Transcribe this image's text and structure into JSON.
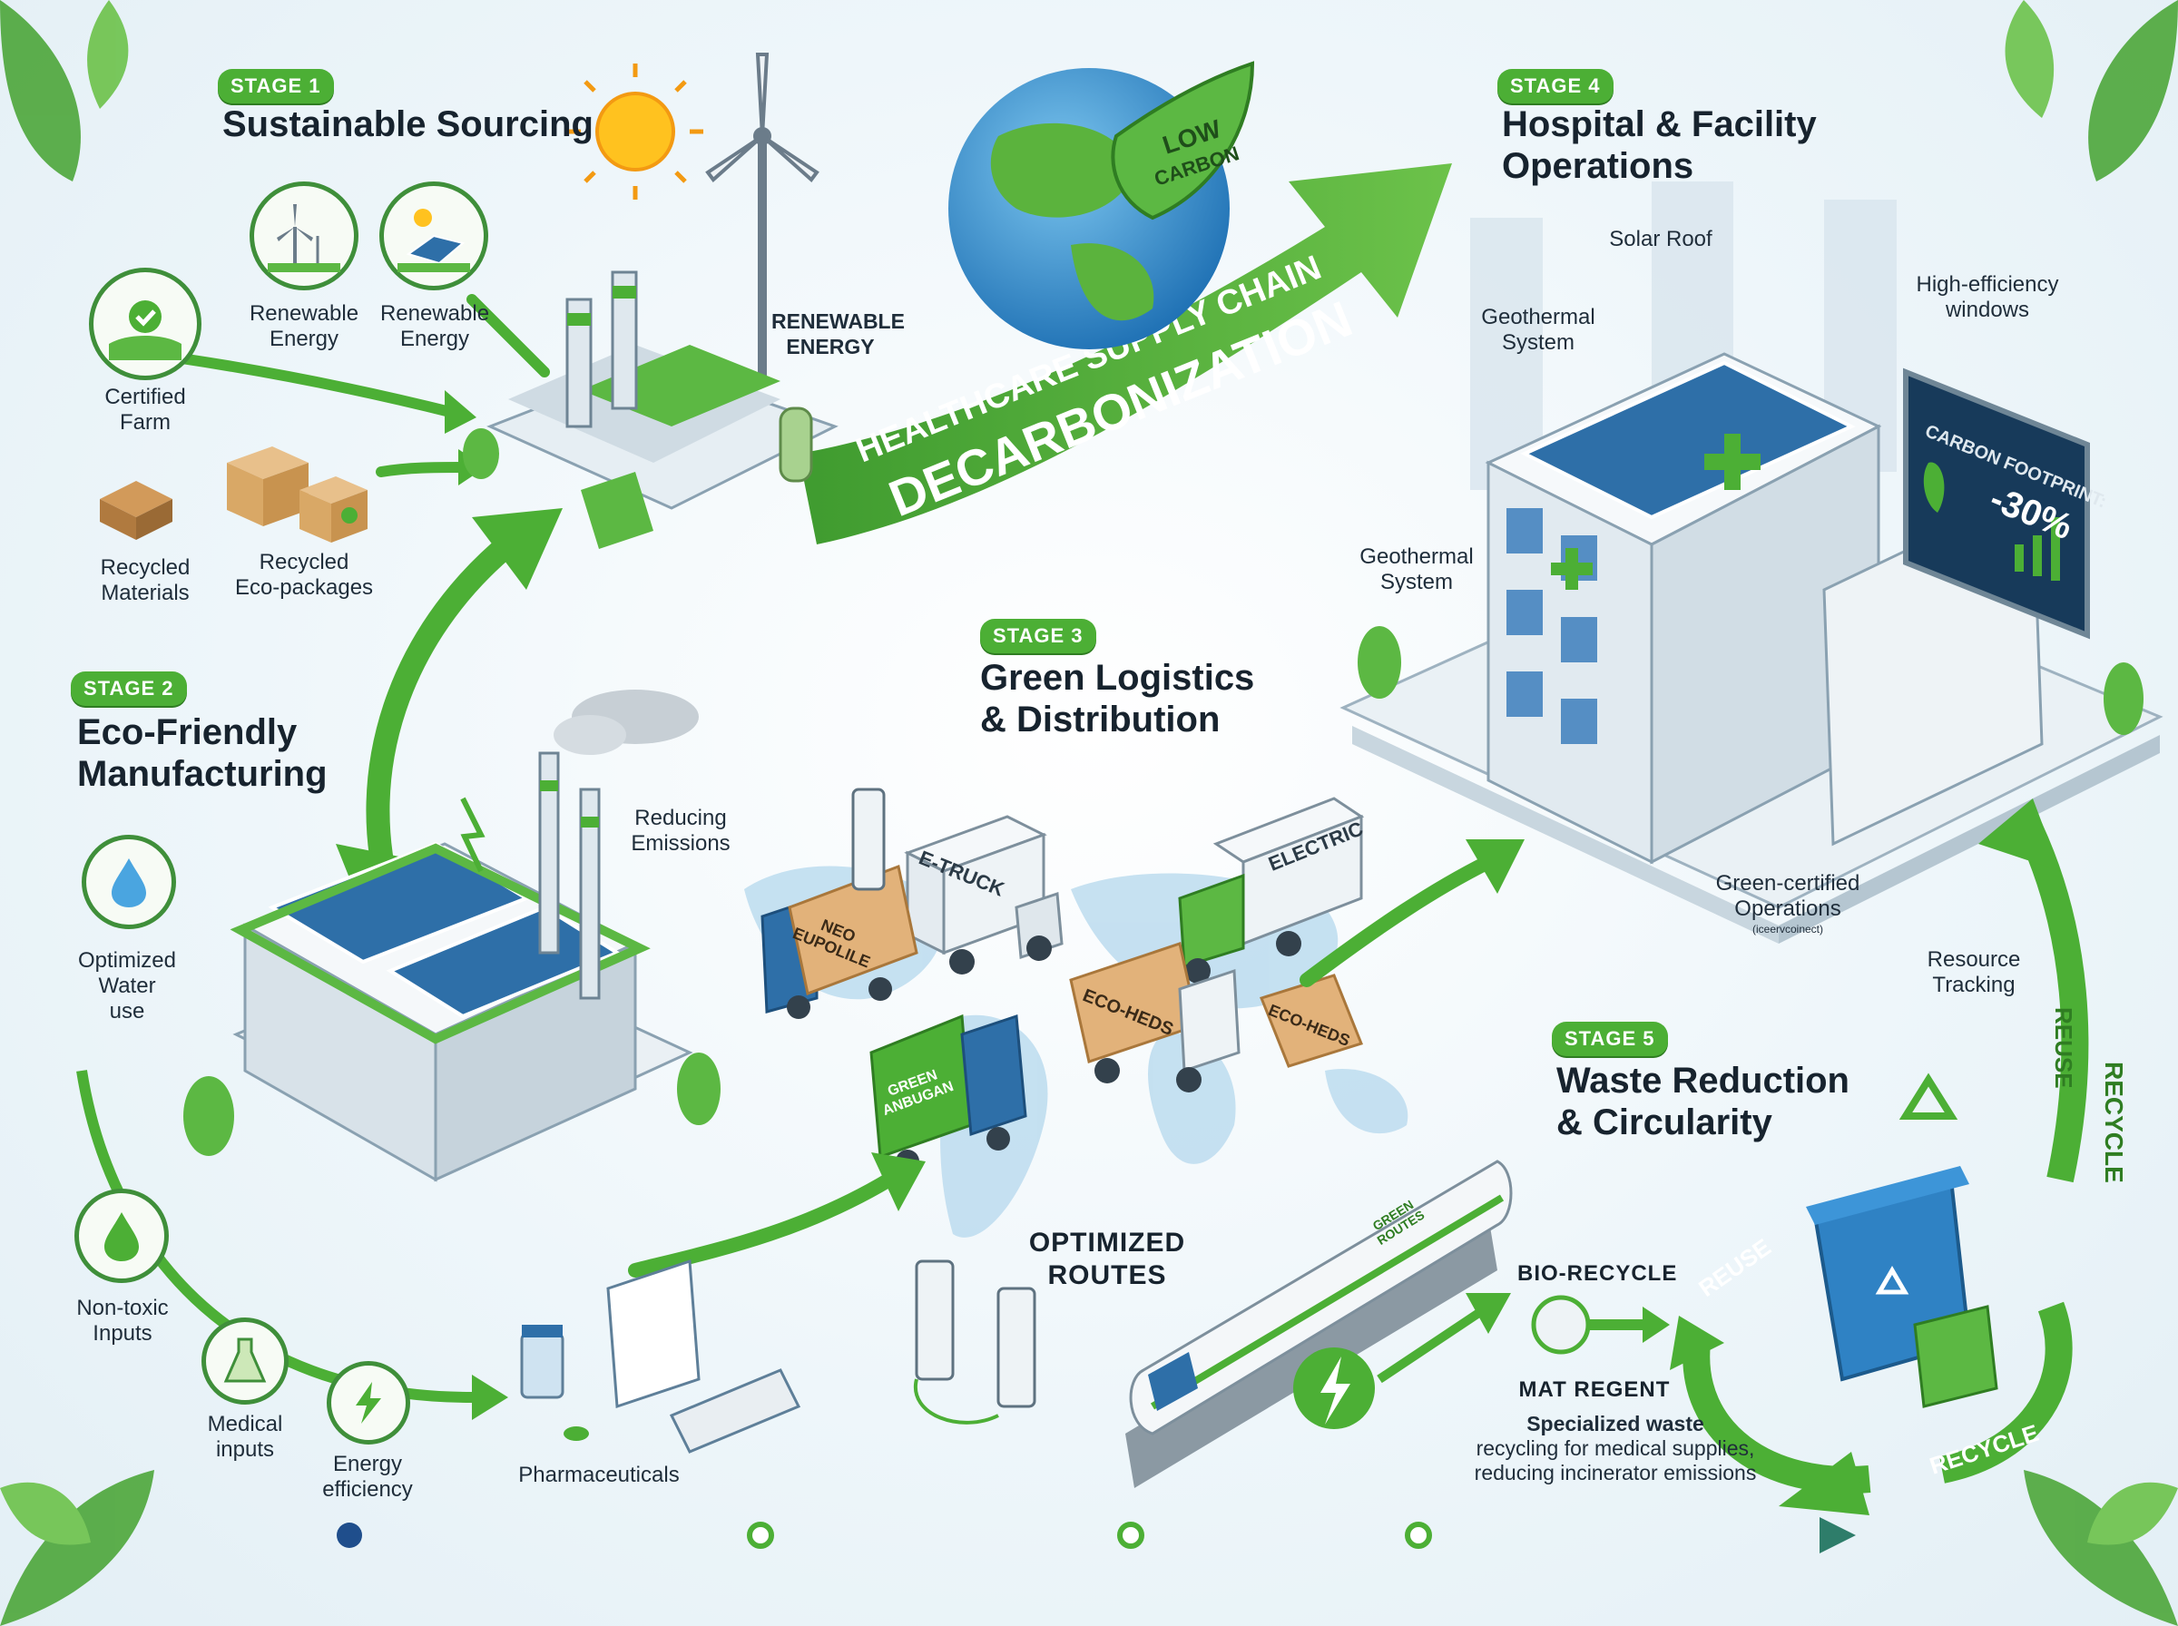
{
  "central_banner": {
    "line1": "HEALTHCARE SUPPLY CHAIN",
    "line2": "DECARBONIZATION"
  },
  "globe_leaf": {
    "line1": "LOW",
    "line2": "CARBON"
  },
  "stages": [
    {
      "badge": "STAGE 1",
      "title": [
        "Sustainable Sourcing"
      ]
    },
    {
      "badge": "STAGE 2",
      "title": [
        "Eco-Friendly",
        "Manufacturing"
      ]
    },
    {
      "badge": "STAGE 3",
      "title": [
        "Green Logistics",
        "& Distribution"
      ]
    },
    {
      "badge": "STAGE 4",
      "title": [
        "Hospital & Facility",
        "Operations"
      ]
    },
    {
      "badge": "STAGE 5",
      "title": [
        "Waste Reduction",
        "& Circularity"
      ]
    }
  ],
  "sourcing": {
    "renewable_energy_1": [
      "Renewable",
      "Energy"
    ],
    "renewable_energy_2": [
      "Renewable",
      "Energy"
    ],
    "renewable_energy_caps": [
      "RENEWABLE",
      "ENERGY"
    ],
    "certified_farm": [
      "Certified",
      "Farm"
    ],
    "recycled_materials": [
      "Recycled",
      "Materials"
    ],
    "recycled_packages": [
      "Recycled",
      "Eco-packages"
    ]
  },
  "manufacturing": {
    "reducing_emissions": [
      "Reducing",
      "Emissions"
    ],
    "water": [
      "Optimized",
      "Water",
      "use"
    ],
    "non_toxic": [
      "Non-toxic",
      "Inputs"
    ],
    "medical_inputs": [
      "Medical",
      "inputs"
    ],
    "energy_efficiency": [
      "Energy",
      "efficiency"
    ],
    "pharmaceuticals": "Pharmaceuticals"
  },
  "logistics": {
    "etruck": "E-TRUCK",
    "electric": "ELECTRIC",
    "crate_1": [
      "NEO",
      "EUPOLILE"
    ],
    "crate_2": "ECO-HEDS",
    "crate_3": "ECO-HEDS",
    "green_truck": [
      "GREEN",
      "ANBUGAN"
    ],
    "train_logo": [
      "GREEN",
      "ROUTES"
    ],
    "optimized_routes": [
      "OPTIMIZED",
      "ROUTES"
    ]
  },
  "hospital": {
    "solar_roof": "Solar Roof",
    "geothermal_top": [
      "Geothermal",
      "System"
    ],
    "geothermal_side": [
      "Geothermal",
      "System"
    ],
    "windows": [
      "High-efficiency",
      "windows"
    ],
    "screen_title": "CARBON FOOTPRINT:",
    "screen_value": "-30%",
    "green_ops": [
      "Green-certified",
      "Operations"
    ],
    "green_ops_small": "(iceervcoinect)",
    "resource_tracking": [
      "Resource",
      "Tracking"
    ]
  },
  "waste": {
    "bio_recycle": "BIO-RECYCLE",
    "mat_regent": "MAT REGENT",
    "desc": [
      "Specialized waste",
      "recycling for medical supplies,",
      "reducing incinerator emissions"
    ],
    "reuse_arc": "REUSE",
    "recycle_arc": "RECYCLE",
    "recycle_side": "RECYCLE",
    "reuse_side": "REUSE"
  },
  "colors": {
    "green": "#4caf35",
    "dark_green": "#2f7d22",
    "blue": "#2e6fa8",
    "teal": "#1f6e8c"
  }
}
